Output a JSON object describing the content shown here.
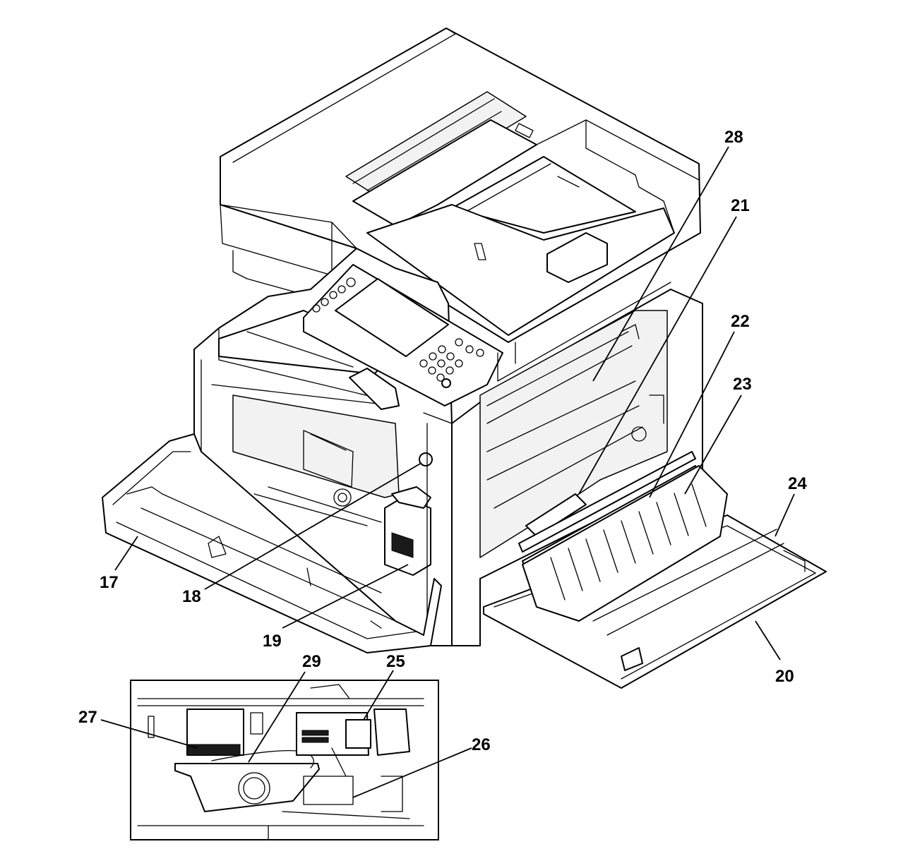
{
  "figure": {
    "callouts": [
      {
        "id": "17",
        "label": "17"
      },
      {
        "id": "18",
        "label": "18"
      },
      {
        "id": "19",
        "label": "19"
      },
      {
        "id": "20",
        "label": "20"
      },
      {
        "id": "21",
        "label": "21"
      },
      {
        "id": "22",
        "label": "22"
      },
      {
        "id": "23",
        "label": "23"
      },
      {
        "id": "24",
        "label": "24"
      },
      {
        "id": "25",
        "label": "25"
      },
      {
        "id": "26",
        "label": "26"
      },
      {
        "id": "27",
        "label": "27"
      },
      {
        "id": "28",
        "label": "28"
      },
      {
        "id": "29",
        "label": "29"
      }
    ]
  },
  "colors": {
    "ink": "#000000",
    "background": "#ffffff",
    "shade": "#f2f2f2"
  }
}
